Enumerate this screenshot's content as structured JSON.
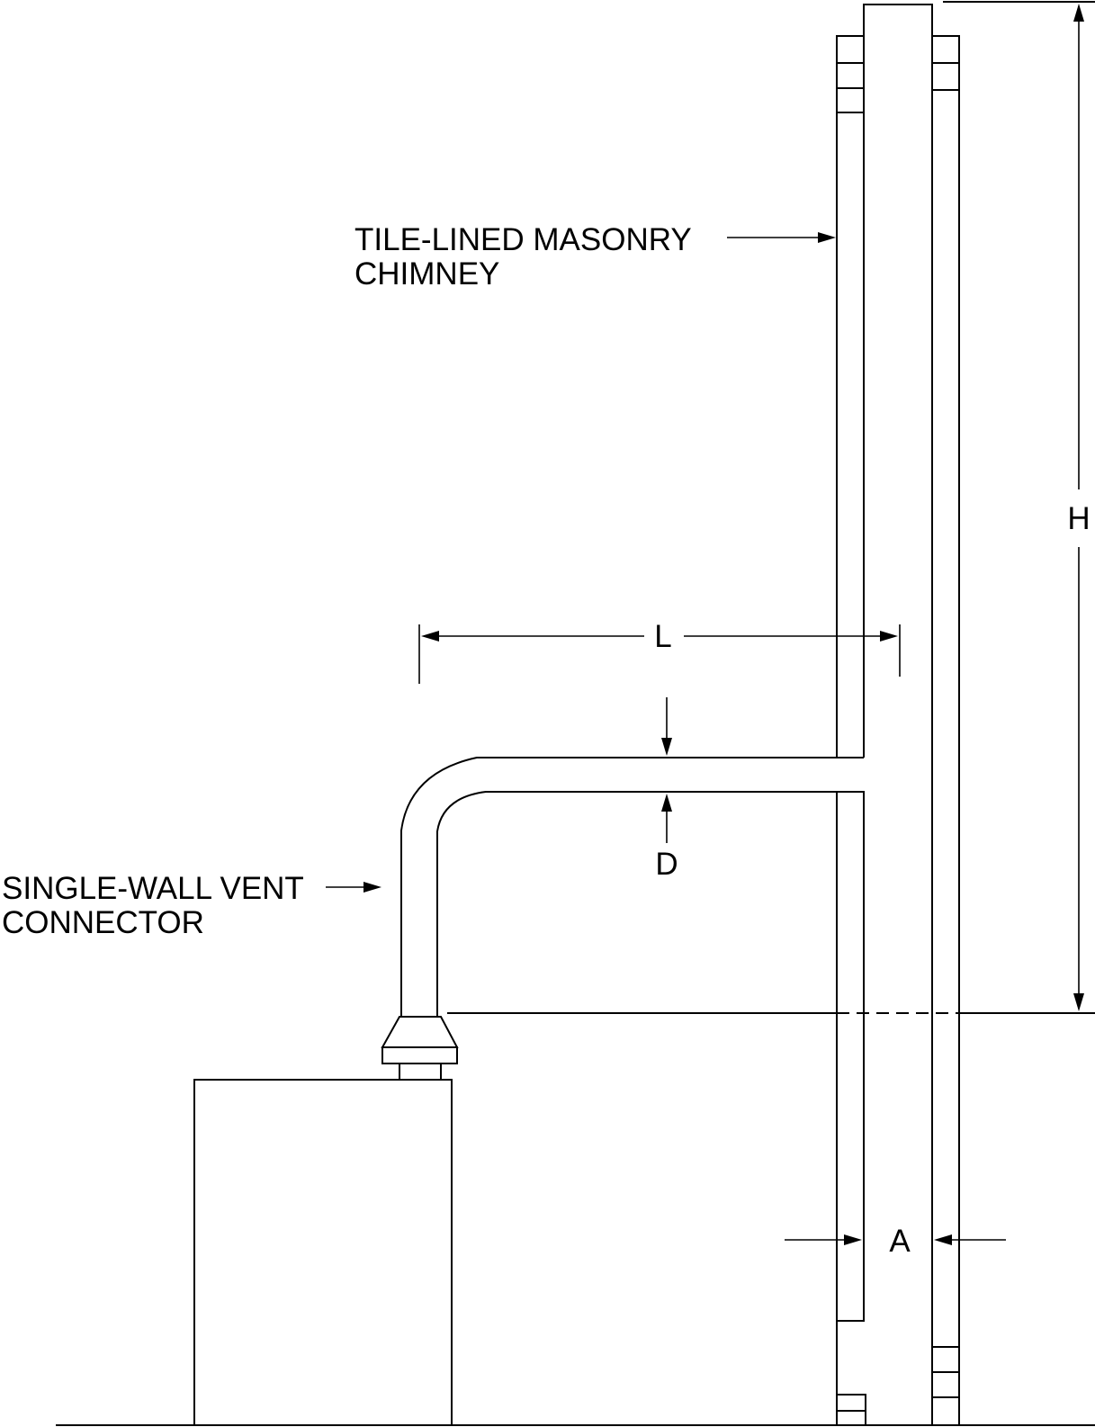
{
  "labels": {
    "chimney": {
      "line1": "TILE-LINED MASONRY",
      "line2": "CHIMNEY"
    },
    "connector": {
      "line1": "SINGLE-WALL VENT",
      "line2": "CONNECTOR"
    }
  },
  "dimensions": {
    "height": "H",
    "length": "L",
    "diameter": "D",
    "chimney_area": "A"
  },
  "colors": {
    "line": "#000000",
    "background": "#ffffff"
  }
}
